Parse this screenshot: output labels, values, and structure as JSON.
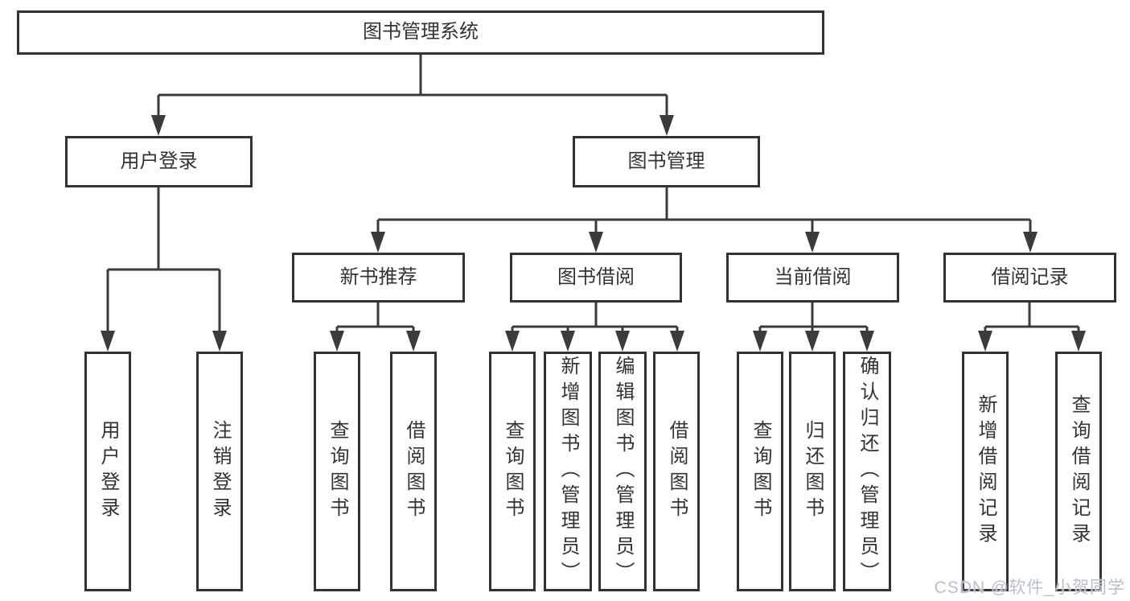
{
  "tree": {
    "root": {
      "label": "图书管理系统"
    },
    "branches": [
      {
        "label": "用户登录",
        "children": [
          {
            "label": "用户登录"
          },
          {
            "label": "注销登录"
          }
        ]
      },
      {
        "label": "图书管理",
        "children": [
          {
            "label": "新书推荐",
            "children": [
              {
                "label": "查询图书"
              },
              {
                "label": "借阅图书"
              }
            ]
          },
          {
            "label": "图书借阅",
            "children": [
              {
                "label": "查询图书"
              },
              {
                "label": "新增图书（管理员）"
              },
              {
                "label": "编辑图书（管理员）"
              },
              {
                "label": "借阅图书"
              }
            ]
          },
          {
            "label": "当前借阅",
            "children": [
              {
                "label": "查询图书"
              },
              {
                "label": "归还图书"
              },
              {
                "label": "确认归还（管理员）"
              }
            ]
          },
          {
            "label": "借阅记录",
            "children": [
              {
                "label": "新增借阅记录"
              },
              {
                "label": "查询借阅记录"
              }
            ]
          }
        ]
      }
    ]
  },
  "watermark": {
    "text": "CSDN @软件_小贺同学"
  },
  "colors": {
    "line": "#3b3b3b",
    "box_border": "#333333",
    "text": "#333333",
    "background": "#ffffff",
    "watermark": "#b9bfc7"
  }
}
